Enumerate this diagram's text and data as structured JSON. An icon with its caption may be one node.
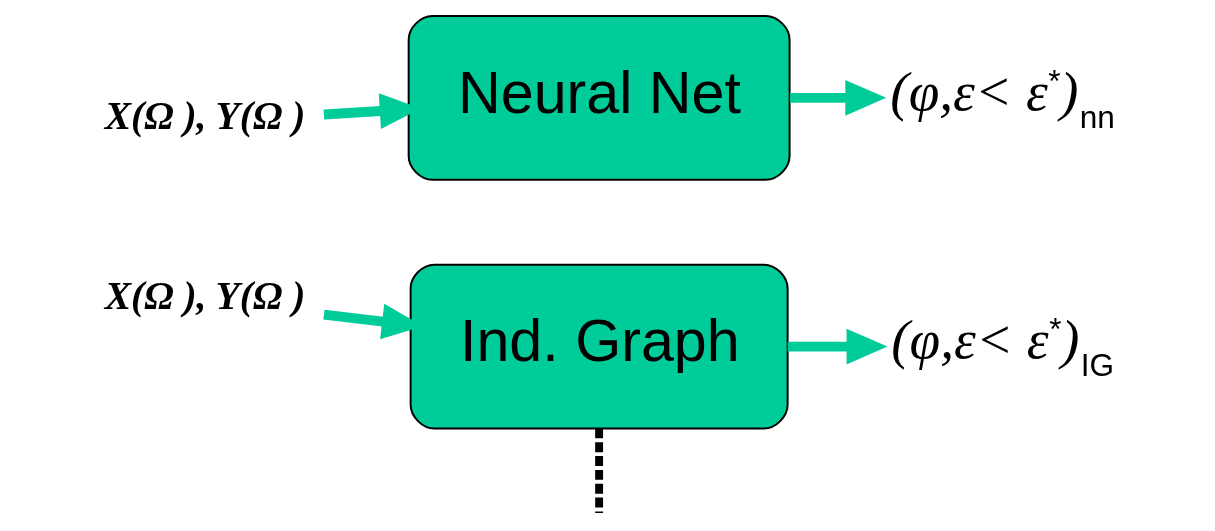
{
  "diagram": {
    "nodes": [
      {
        "text": [
          "X(Ω ), Y(Ω )"
        ]
      },
      {
        "text": [
          "Neural Net"
        ]
      },
      {
        "text": [
          "(φ,ε< ε$^{*}$)$_{nn}$"
        ]
      },
      {
        "text": [
          "X(Ω ), Y(Ω )"
        ]
      },
      {
        "text": [
          "Ind. Graph"
        ]
      },
      {
        "text": [
          "(φ,ε< ε$^{*}$)$_{IG}$"
        ]
      }
    ],
    "edges": [
      {
        "from": 0,
        "to": 1,
        "arrow": "to"
      },
      {
        "from": 1,
        "to": 2,
        "arrow": "to"
      },
      {
        "from": 3,
        "to": 4,
        "arrow": "to"
      },
      {
        "from": 4,
        "to": 5,
        "arrow": "to"
      },
      {
        "from": 4,
        "to": null,
        "arrow": "none",
        "style": "dashed",
        "color": "#000000"
      }
    ]
  }
}
